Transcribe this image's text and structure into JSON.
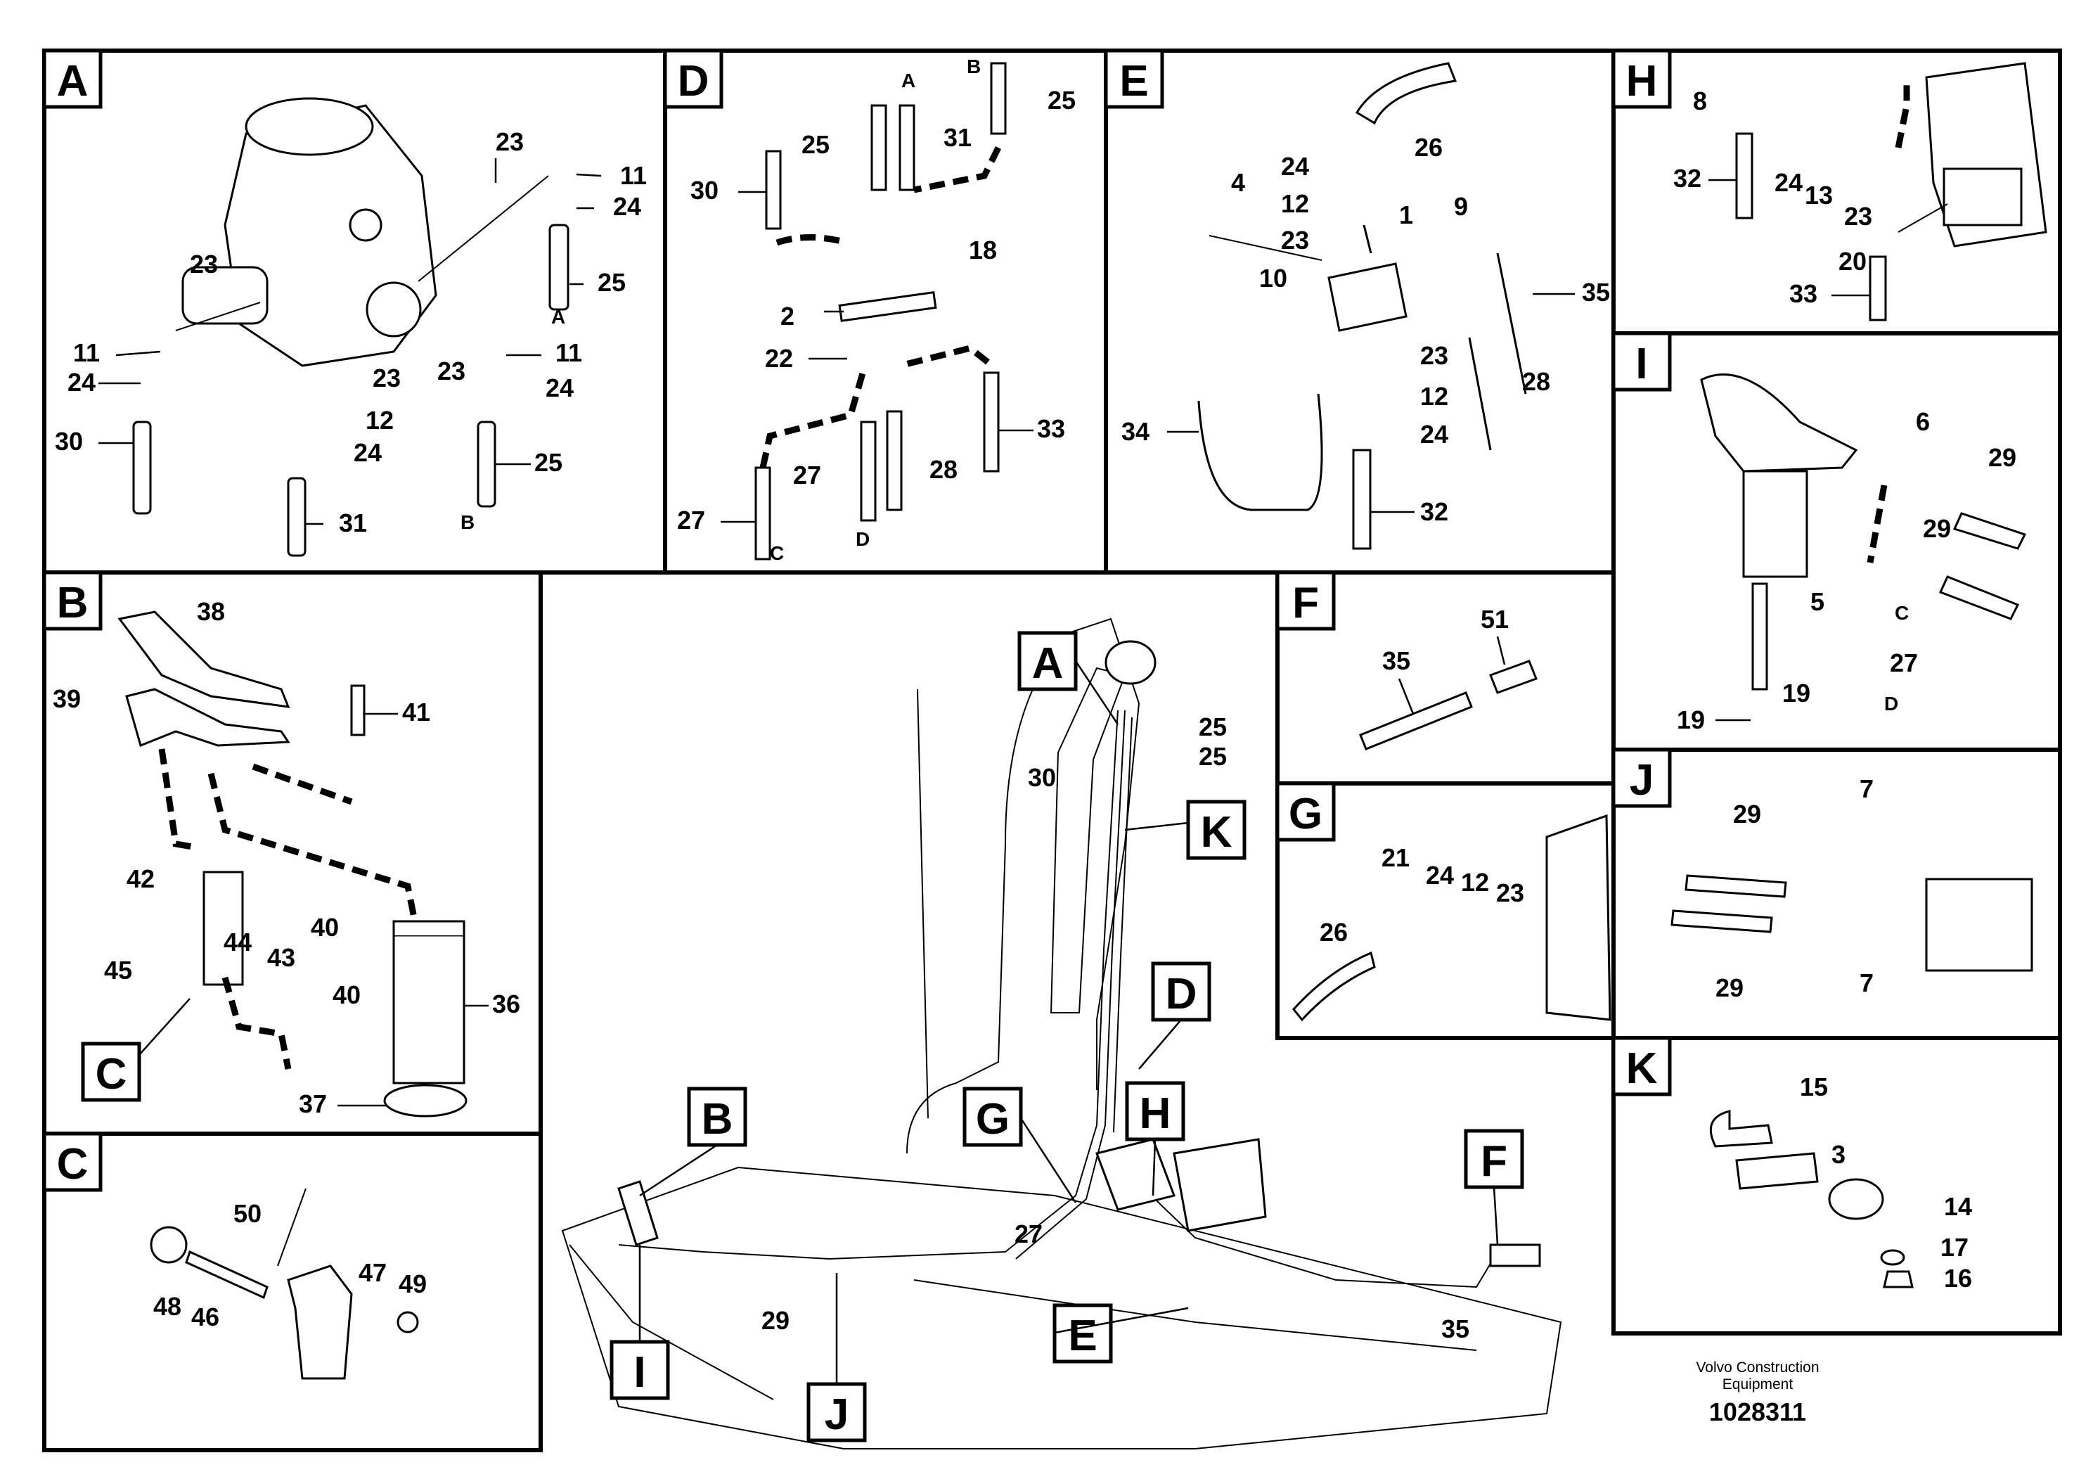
{
  "panels": {
    "A": {
      "tag": "A",
      "callouts": [
        "23",
        "11",
        "24",
        "25",
        "A",
        "23",
        "11",
        "24",
        "30",
        "23",
        "12",
        "24",
        "31",
        "23",
        "11",
        "24",
        "25",
        "B"
      ]
    },
    "D": {
      "tag": "D",
      "callouts": [
        "A",
        "B",
        "25",
        "25",
        "31",
        "30",
        "18",
        "2",
        "22",
        "33",
        "27",
        "28",
        "27",
        "C",
        "D"
      ]
    },
    "E": {
      "tag": "E",
      "callouts": [
        "26",
        "24",
        "4",
        "12",
        "1",
        "9",
        "23",
        "10",
        "35",
        "23",
        "12",
        "28",
        "34",
        "24",
        "32"
      ]
    },
    "H": {
      "tag": "H",
      "callouts": [
        "8",
        "32",
        "24",
        "13",
        "23",
        "20",
        "33"
      ]
    },
    "B": {
      "tag": "B",
      "callouts": [
        "38",
        "39",
        "41",
        "42",
        "44",
        "43",
        "40",
        "45",
        "40",
        "36",
        "37",
        "C"
      ]
    },
    "F": {
      "tag": "F",
      "callouts": [
        "35",
        "51"
      ]
    },
    "I": {
      "tag": "I",
      "callouts": [
        "6",
        "29",
        "29",
        "5",
        "C",
        "27",
        "19",
        "D",
        "19"
      ]
    },
    "G": {
      "tag": "G",
      "callouts": [
        "26",
        "21",
        "24",
        "12",
        "23"
      ]
    },
    "J": {
      "tag": "J",
      "callouts": [
        "29",
        "7",
        "29",
        "7"
      ]
    },
    "C": {
      "tag": "C",
      "callouts": [
        "50",
        "48",
        "46",
        "47",
        "49"
      ]
    },
    "K": {
      "tag": "K",
      "callouts": [
        "15",
        "3",
        "14",
        "17",
        "16"
      ]
    }
  },
  "overview": {
    "tags": [
      "A",
      "K",
      "D",
      "B",
      "G",
      "H",
      "F",
      "E",
      "I",
      "J"
    ],
    "callouts": [
      "25",
      "25",
      "30",
      "27",
      "29",
      "35"
    ]
  },
  "footer": {
    "company": "Volvo Construction",
    "company2": "Equipment",
    "doc_number": "1028311"
  }
}
